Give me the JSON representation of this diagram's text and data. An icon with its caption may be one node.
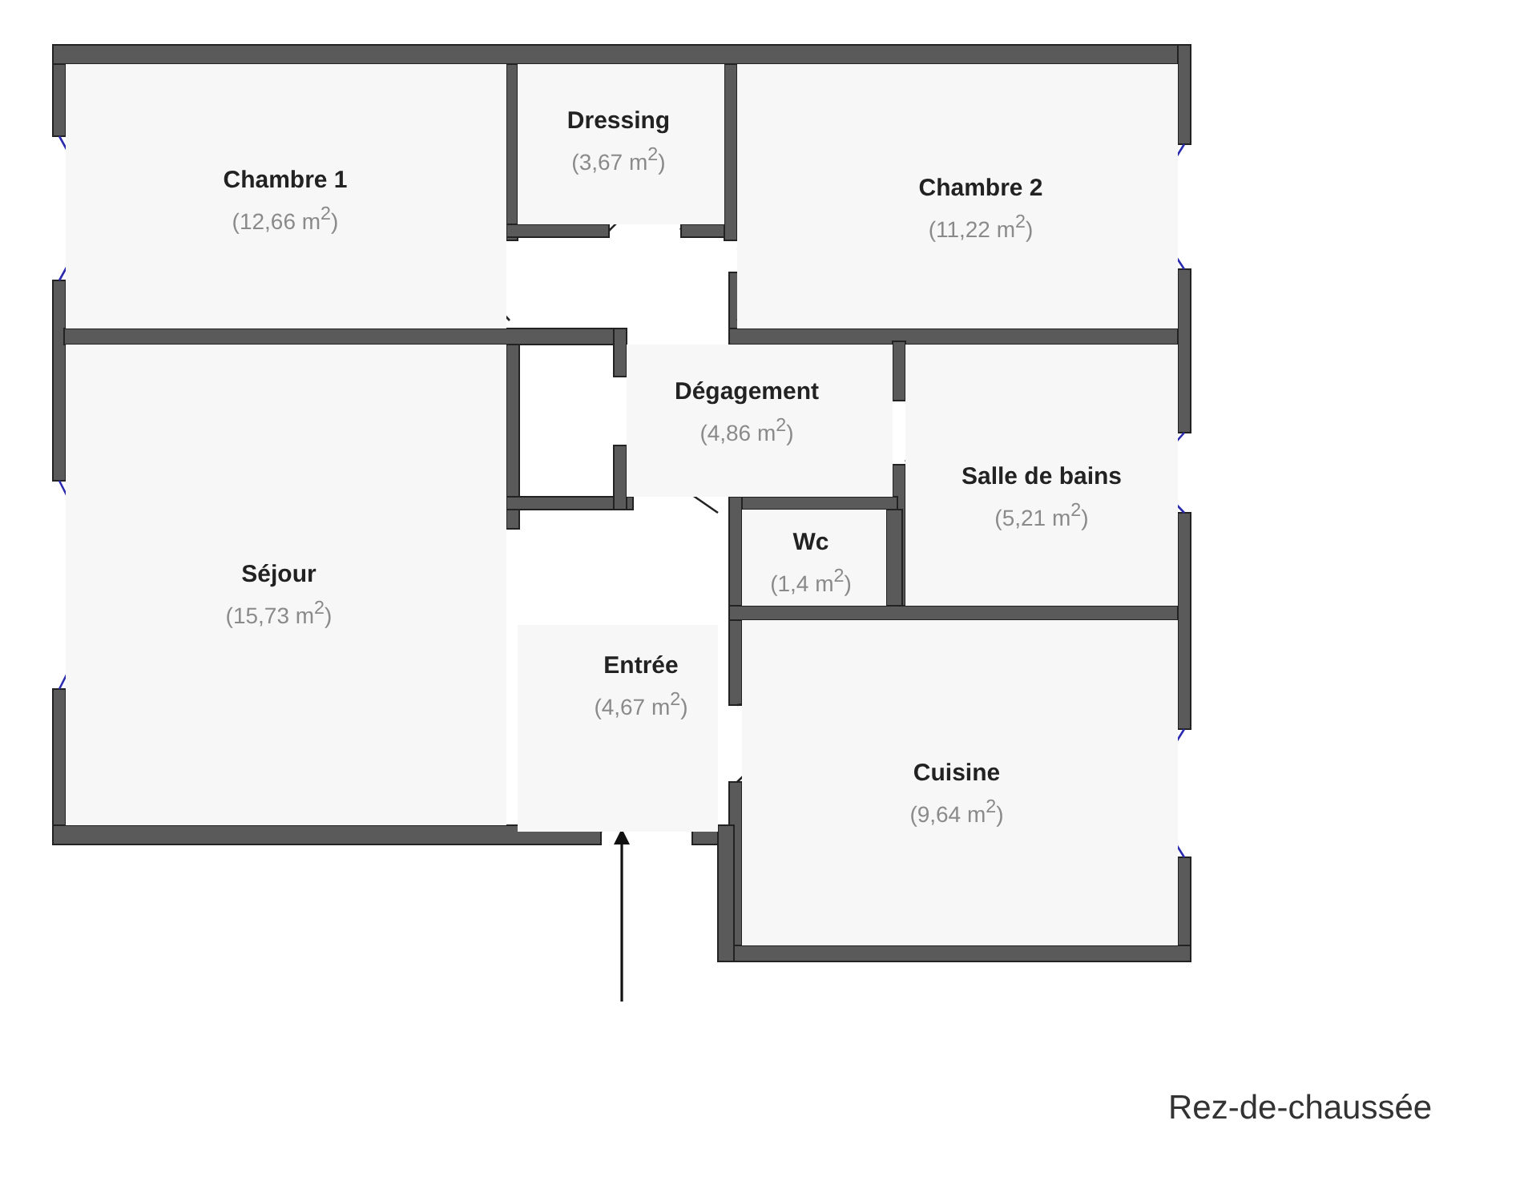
{
  "diagram": {
    "nodes": [
      {
        "text": [
          "Chambre 1",
          "(12,66 m$^{2}$)"
        ]
      },
      {
        "text": [
          "Dressing",
          "(3,67 m$^{2}$)"
        ]
      },
      {
        "text": [
          "Chambre 2",
          "(11,22 m$^{2}$)"
        ]
      },
      {
        "text": [
          "Dégagement",
          "(4,86 m$^{2}$)"
        ]
      },
      {
        "text": [
          "Salle de bains",
          "(5,21 m$^{2}$)"
        ]
      },
      {
        "text": [
          "Séjour",
          "(15,73 m$^{2}$)"
        ]
      },
      {
        "text": [
          "Wc",
          "(1,4 m$^{2}$)"
        ]
      },
      {
        "text": [
          "Entrée",
          "(4,67 m$^{2}$)"
        ]
      },
      {
        "text": [
          "Cuisine",
          "(9,64 m$^{2}$)"
        ]
      }
    ],
    "edges": [
      {
        "from": null,
        "to": 7,
        "arrow": "to"
      }
    ],
    "labels": [
      "Rez-de-chaussée"
    ]
  }
}
